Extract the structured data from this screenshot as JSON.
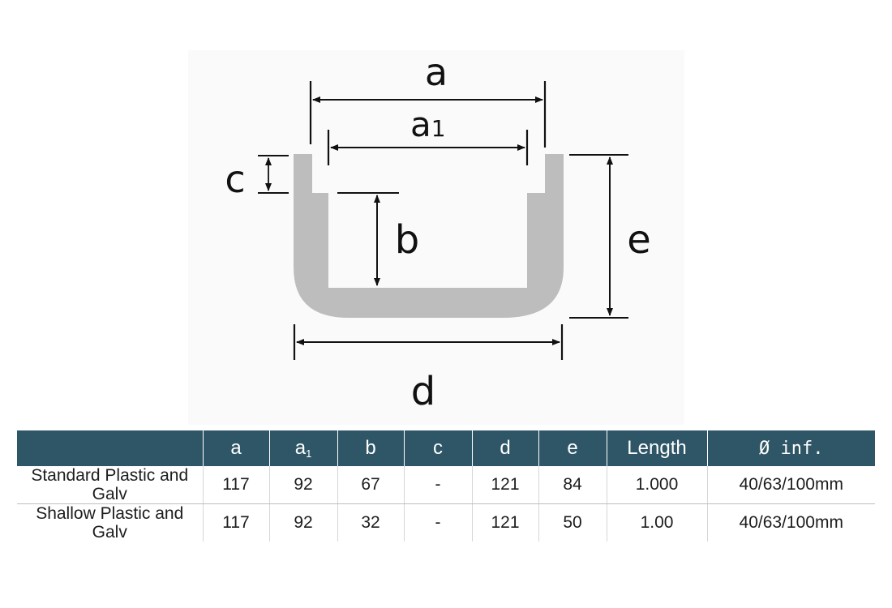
{
  "diagram": {
    "labels": {
      "a": "a",
      "a1_base": "a",
      "a1_sub": "1",
      "b": "b",
      "c": "c",
      "d": "d",
      "e": "e"
    },
    "colors": {
      "profile_fill": "#bdbdbd",
      "header_bg": "#2f5666"
    }
  },
  "table": {
    "headers": {
      "blank": "",
      "a": "a",
      "a1_base": "a",
      "a1_sub": "1",
      "b": "b",
      "c": "c",
      "d": "d",
      "e": "e",
      "length": "Length",
      "inf": "Ø inf."
    },
    "rows": [
      {
        "name": "Standard Plastic and Galv",
        "a": "117",
        "a1": "92",
        "b": "67",
        "c": "-",
        "d": "121",
        "e": "84",
        "length": "1.000",
        "inf": "40/63/100mm"
      },
      {
        "name": "Shallow Plastic and Galv",
        "a": "117",
        "a1": "92",
        "b": "32",
        "c": "-",
        "d": "121",
        "e": "50",
        "length": "1.00",
        "inf": "40/63/100mm"
      }
    ]
  }
}
